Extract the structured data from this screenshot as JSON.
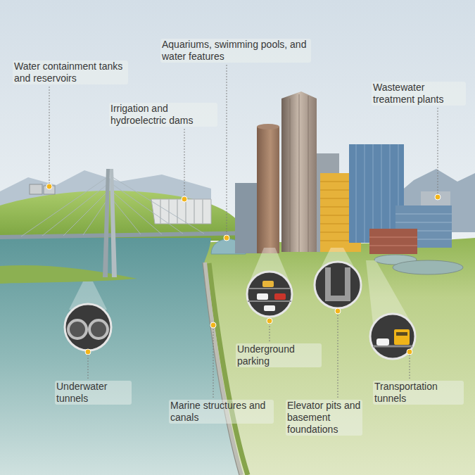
{
  "diagram": {
    "labels": [
      "Water containment tanks and reservoirs",
      "Aquariums, swimming pools, and water features",
      "Irrigation and hydroelectric dams",
      "Wastewater treatment plants",
      "Underground parking",
      "Underwater tunnels",
      "Marine structures and canals",
      "Elevator pits and basement foundations",
      "Transportation tunnels"
    ]
  }
}
